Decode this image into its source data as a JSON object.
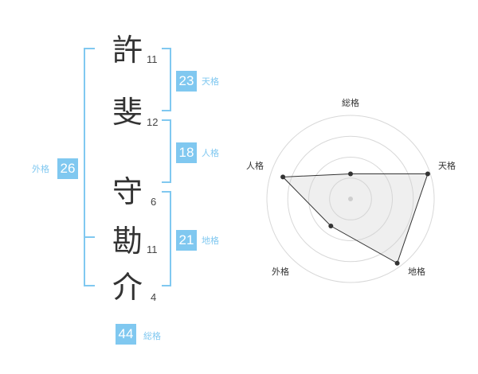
{
  "characters": [
    {
      "char": "許",
      "strokes": "11"
    },
    {
      "char": "斐",
      "strokes": "12"
    },
    {
      "char": "守",
      "strokes": "6"
    },
    {
      "char": "勘",
      "strokes": "11"
    },
    {
      "char": "介",
      "strokes": "4"
    }
  ],
  "fortunes": {
    "tenkaku": {
      "value": "23",
      "label": "天格"
    },
    "jinkaku": {
      "value": "18",
      "label": "人格"
    },
    "chikaku": {
      "value": "21",
      "label": "地格"
    },
    "gaikaku": {
      "value": "26",
      "label": "外格"
    },
    "soukaku": {
      "value": "44",
      "label": "総格"
    }
  },
  "colors": {
    "accent": "#80c8f0",
    "text": "#333333"
  },
  "chart_data": {
    "type": "radar",
    "axes": [
      "総格",
      "天格",
      "地格",
      "外格",
      "人格"
    ],
    "values": [
      0.3,
      0.97,
      0.95,
      0.4,
      0.85
    ],
    "range": [
      0,
      1
    ],
    "rings": 4,
    "grid": true
  }
}
